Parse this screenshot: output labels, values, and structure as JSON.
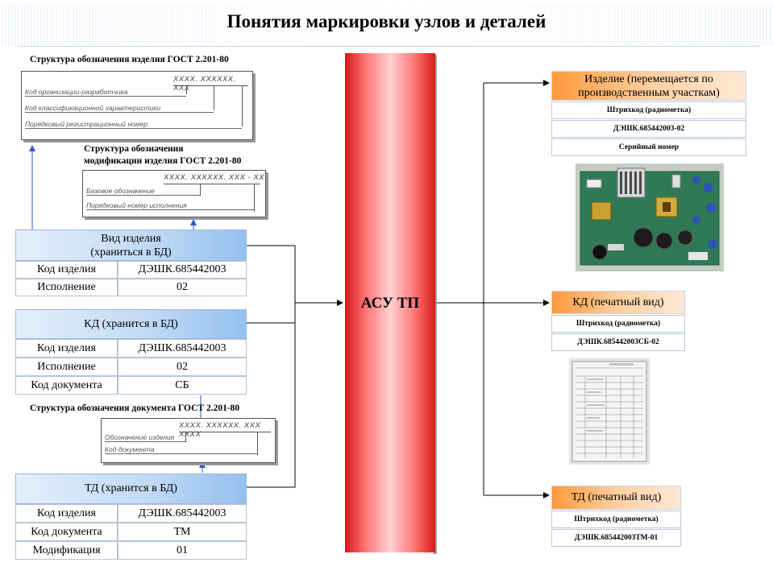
{
  "page": {
    "title": "Понятия маркировки узлов и деталей"
  },
  "gost_product": {
    "caption": "Структура обозначения изделия ГОСТ 2.201-80",
    "code": "XXXX. XXXXXX. XXX",
    "rows": [
      "Код организации-разработчика",
      "Код классификационной характеристики",
      "Порядковый регистрационный номер"
    ]
  },
  "gost_modification": {
    "caption_line1": "Структура обозначения",
    "caption_line2": "модификации изделия ГОСТ 2.201-80",
    "code": "XXXX. XXXXXX. XXX - XX",
    "rows": [
      "Базовое обозначение",
      "Порядковый номер исполнения"
    ]
  },
  "gost_document": {
    "caption": "Структура обозначения документа ГОСТ 2.201-80",
    "code": "XXXX. XXXXXX. XXX XXXX",
    "rows": [
      "Обозначение изделия",
      "Код документа"
    ]
  },
  "product_type": {
    "header_line1": "Вид изделия",
    "header_line2": "(храниться в БД)",
    "rows": [
      {
        "label": "Код изделия",
        "value": "ДЭШК.685442003"
      },
      {
        "label": "Исполнение",
        "value": "02"
      }
    ]
  },
  "kd_db": {
    "header": "КД (хранится в БД)",
    "rows": [
      {
        "label": "Код изделия",
        "value": "ДЭШК.685442003"
      },
      {
        "label": "Исполнение",
        "value": "02"
      },
      {
        "label": "Код документа",
        "value": "СБ"
      }
    ]
  },
  "td_db": {
    "header": "ТД (хранится в БД)",
    "rows": [
      {
        "label": "Код изделия",
        "value": "ДЭШК.685442003"
      },
      {
        "label": "Код документа",
        "value": "ТМ"
      },
      {
        "label": "Модификация",
        "value": "01"
      }
    ]
  },
  "center": {
    "label": "АСУ ТП",
    "color": "#e82020"
  },
  "product_out": {
    "header_line1": "Изделие (перемещается по",
    "header_line2": "производственным участкам)",
    "rows": [
      "Штрихкод (радиометка)",
      "ДЭШК.685442003-02",
      "Серийный номер"
    ]
  },
  "kd_print": {
    "header": "КД (печатный вид)",
    "rows": [
      "Штрихкод (радиометка)",
      "ДЭШК.685442003СБ-02"
    ]
  },
  "td_print": {
    "header": "ТД (печатный вид)",
    "rows": [
      "Штрихкод (радиометка)",
      "ДЭШК.685442003ТМ-01"
    ]
  }
}
